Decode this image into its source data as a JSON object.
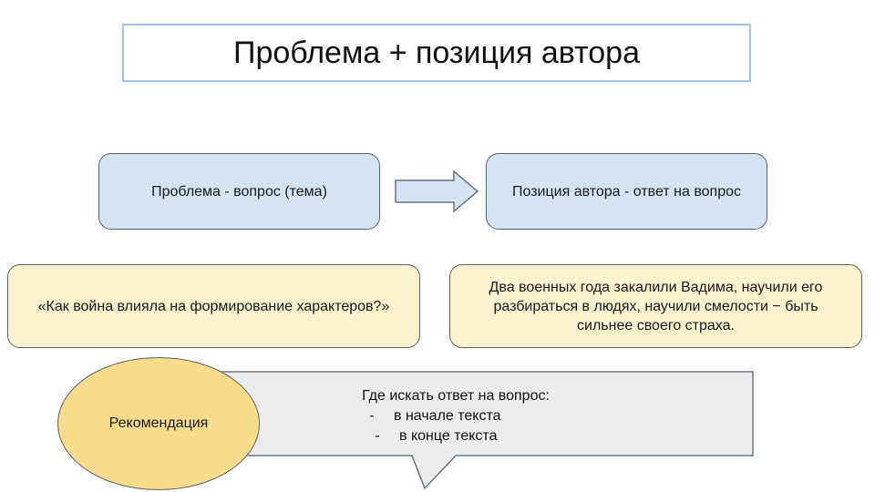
{
  "title": "Проблема + позиция автора",
  "problem_box": {
    "text": "Проблема - вопрос (тема)"
  },
  "position_box": {
    "text": "Позиция автора - ответ на вопрос"
  },
  "question_box": {
    "text": "«Как война влияла на формирование характеров?»"
  },
  "answer_box": {
    "text": "Два военных года закалили Вадима, научили его разбираться в людях, научили смелости − быть сильнее своего страха."
  },
  "recommendation": {
    "label": "Рекомендация",
    "heading": "Где искать ответ на вопрос:",
    "bullets": [
      {
        "dash": "-",
        "text": "в начале текста"
      },
      {
        "dash": "-",
        "text": "в конце текста"
      }
    ]
  },
  "colors": {
    "blue_box": "#d5e4f5",
    "yellow_box": "#fdf2cf",
    "ellipse": "#f7dd8b",
    "callout": "#ececec",
    "title_border": "#a9c4e2"
  }
}
